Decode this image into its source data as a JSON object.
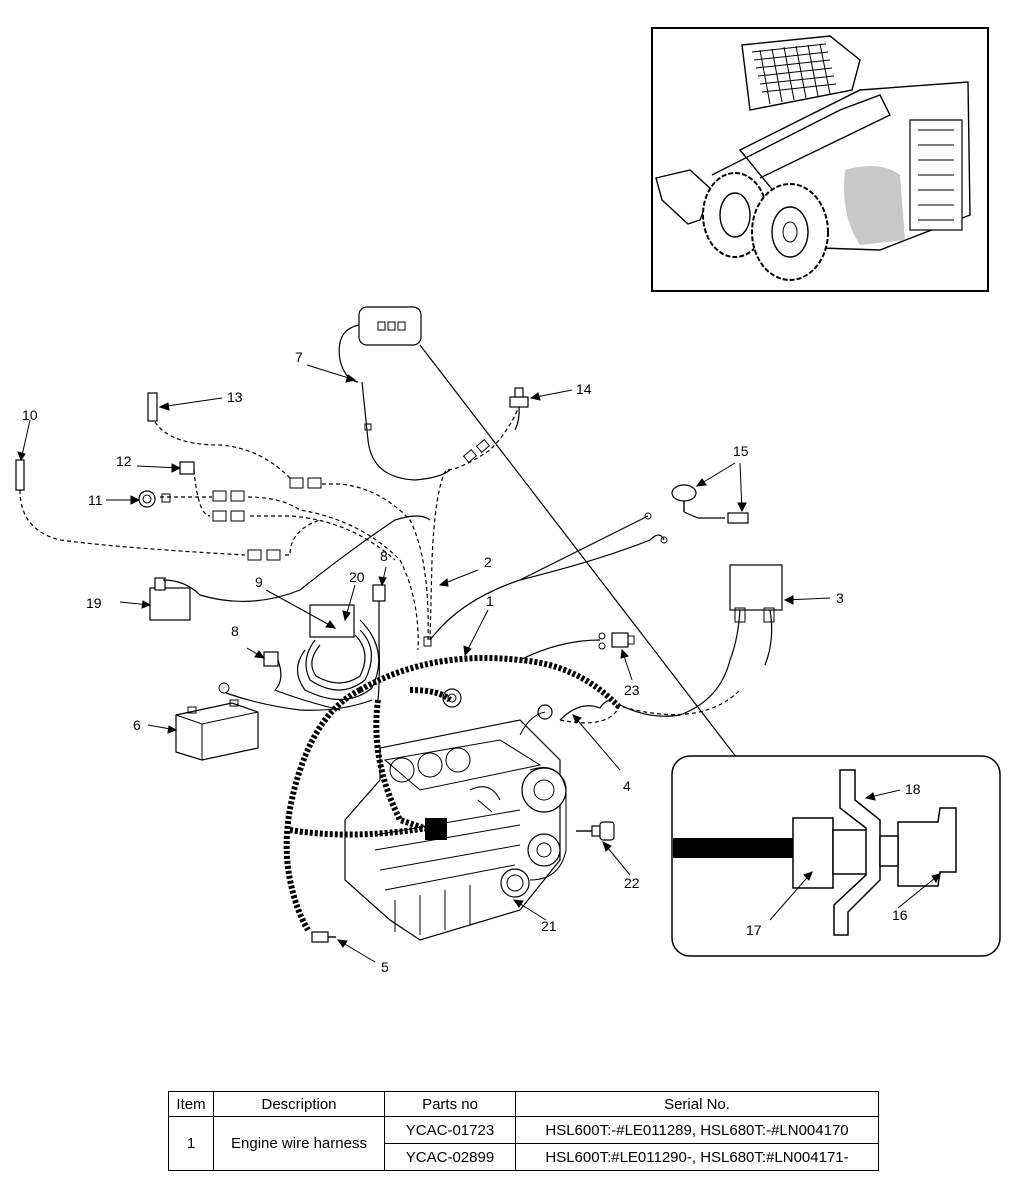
{
  "callouts": {
    "c1": "1",
    "c2": "2",
    "c3": "3",
    "c4": "4",
    "c5": "5",
    "c6": "6",
    "c7": "7",
    "c8a": "8",
    "c8b": "8",
    "c9": "9",
    "c10": "10",
    "c11": "11",
    "c12": "12",
    "c13": "13",
    "c14": "14",
    "c15": "15",
    "c16": "16",
    "c17": "17",
    "c18": "18",
    "c19": "19",
    "c20": "20",
    "c21": "21",
    "c22": "22",
    "c23": "23"
  },
  "table": {
    "headers": {
      "item": "Item",
      "description": "Description",
      "parts_no": "Parts no",
      "serial_no": "Serial No."
    },
    "rows": [
      {
        "item": "1",
        "description": "Engine wire harness",
        "parts_no": "YCAC-01723",
        "serial_no": "HSL600T:-#LE011289, HSL680T:-#LN004170"
      },
      {
        "parts_no": "YCAC-02899",
        "serial_no": "HSL600T:#LE011290-, HSL680T:#LN004171-"
      }
    ]
  }
}
